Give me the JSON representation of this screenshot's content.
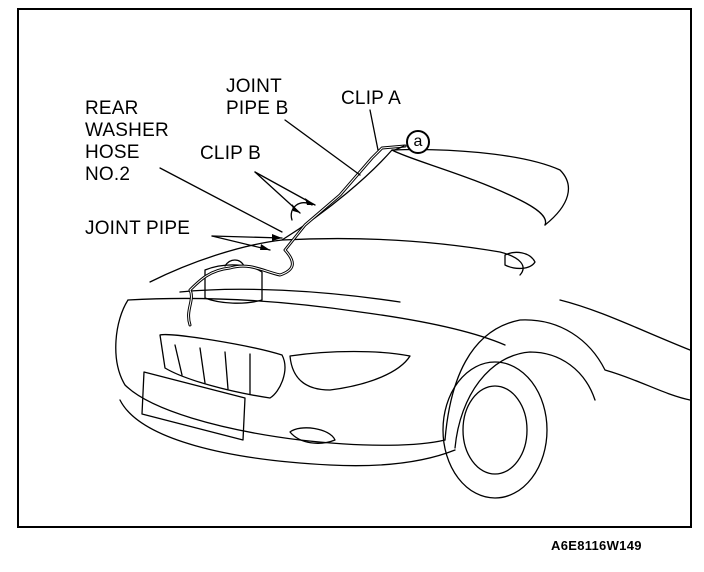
{
  "labels": {
    "joint_pipe_b": "JOINT\nPIPE B",
    "clip_a": "CLIP A",
    "rear_washer_hose": "REAR\nWASHER\nHOSE\nNO.2",
    "clip_b": "CLIP B",
    "joint_pipe": "JOINT PIPE",
    "marker_a": "a"
  },
  "figure_code": "A6E8116W149"
}
